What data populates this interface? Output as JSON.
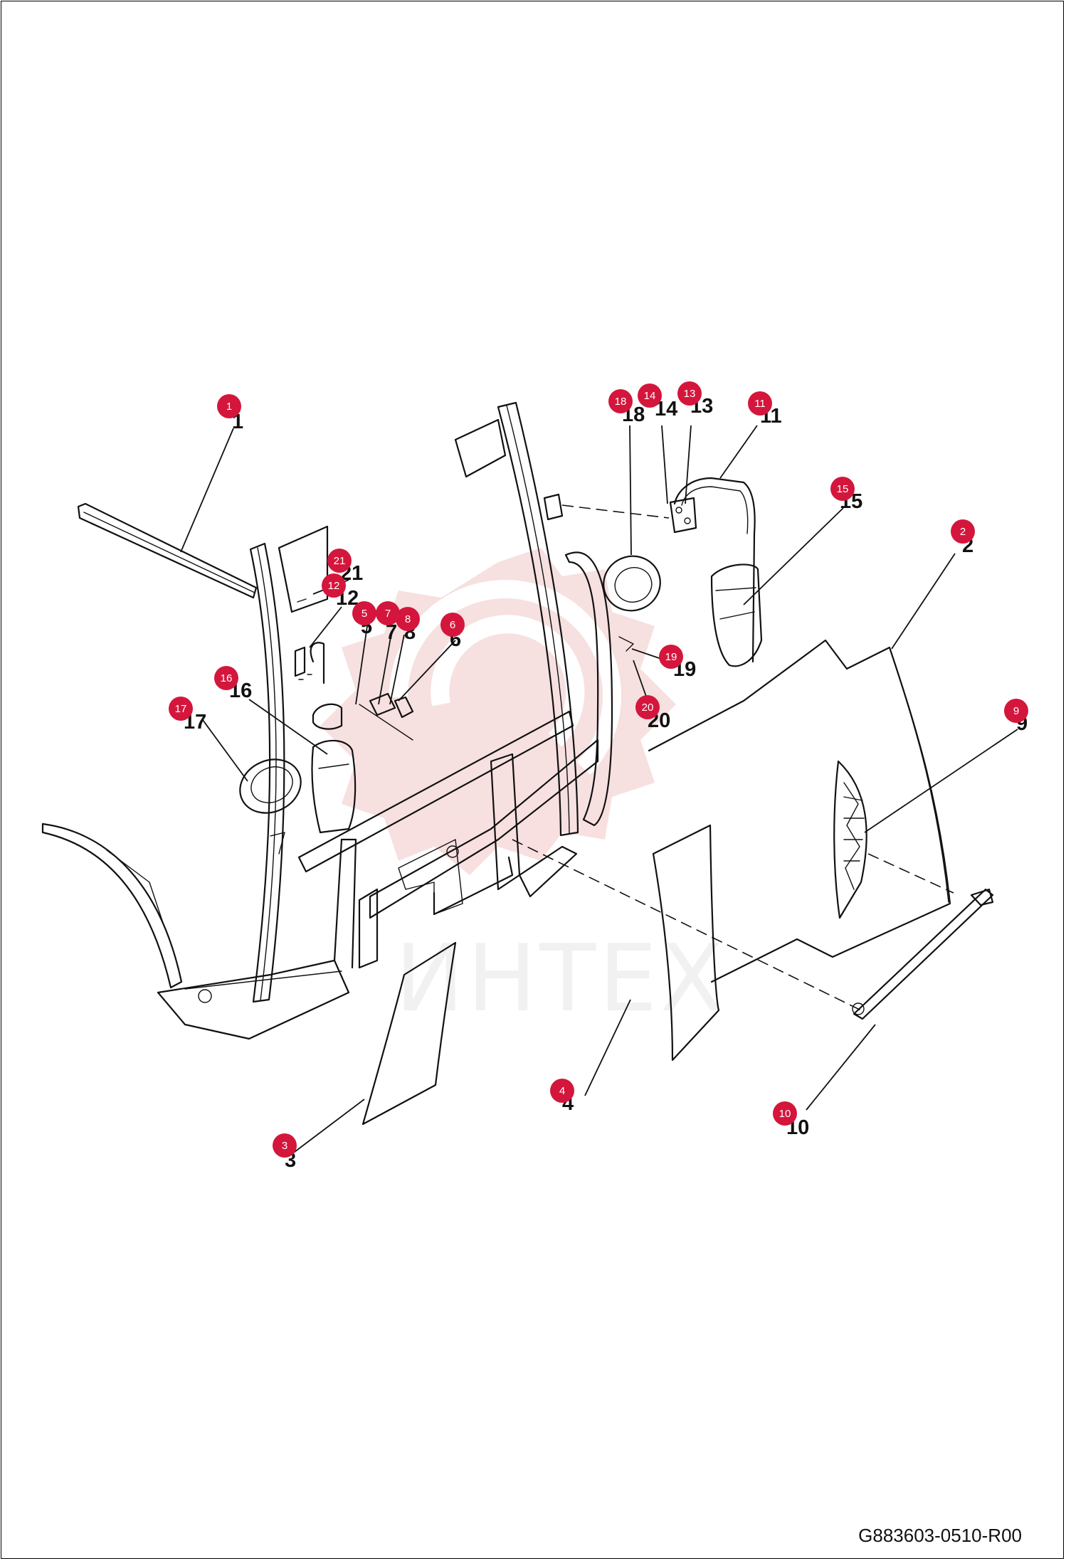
{
  "document": {
    "code": "G883603-0510-R00"
  },
  "watermark": {
    "text": "ИНТЕХ"
  },
  "callouts": [
    {
      "id": "1",
      "label": "1"
    },
    {
      "id": "2",
      "label": "2"
    },
    {
      "id": "3",
      "label": "3"
    },
    {
      "id": "4",
      "label": "4"
    },
    {
      "id": "5",
      "label": "5"
    },
    {
      "id": "6",
      "label": "6"
    },
    {
      "id": "7",
      "label": "7"
    },
    {
      "id": "8",
      "label": "8"
    },
    {
      "id": "9",
      "label": "9"
    },
    {
      "id": "10",
      "label": "10"
    },
    {
      "id": "11",
      "label": "11"
    },
    {
      "id": "12",
      "label": "12"
    },
    {
      "id": "13",
      "label": "13"
    },
    {
      "id": "14",
      "label": "14"
    },
    {
      "id": "15",
      "label": "15"
    },
    {
      "id": "16",
      "label": "16"
    },
    {
      "id": "17",
      "label": "17"
    },
    {
      "id": "18",
      "label": "18"
    },
    {
      "id": "19",
      "label": "19"
    },
    {
      "id": "20",
      "label": "20"
    },
    {
      "id": "21",
      "label": "21"
    }
  ],
  "colors": {
    "badge": "#d4163c",
    "watermark": "#f2c7c7",
    "line": "#111111"
  }
}
